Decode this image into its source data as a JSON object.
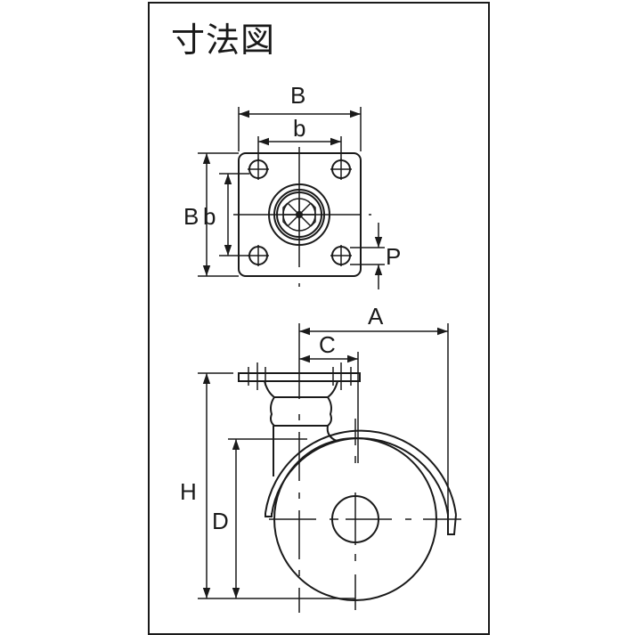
{
  "title": "寸法図",
  "colors": {
    "line": "#1a1a1a",
    "background": "#ffffff"
  },
  "top_view": {
    "labels": {
      "plate_width": "B",
      "bolt_pitch_width": "b",
      "plate_length": "B",
      "bolt_pitch_length": "b",
      "bolt_hole": "P"
    }
  },
  "side_view": {
    "labels": {
      "overall_offset": "A",
      "swivel_offset": "C",
      "overall_height": "H",
      "wheel_diameter": "D"
    }
  }
}
